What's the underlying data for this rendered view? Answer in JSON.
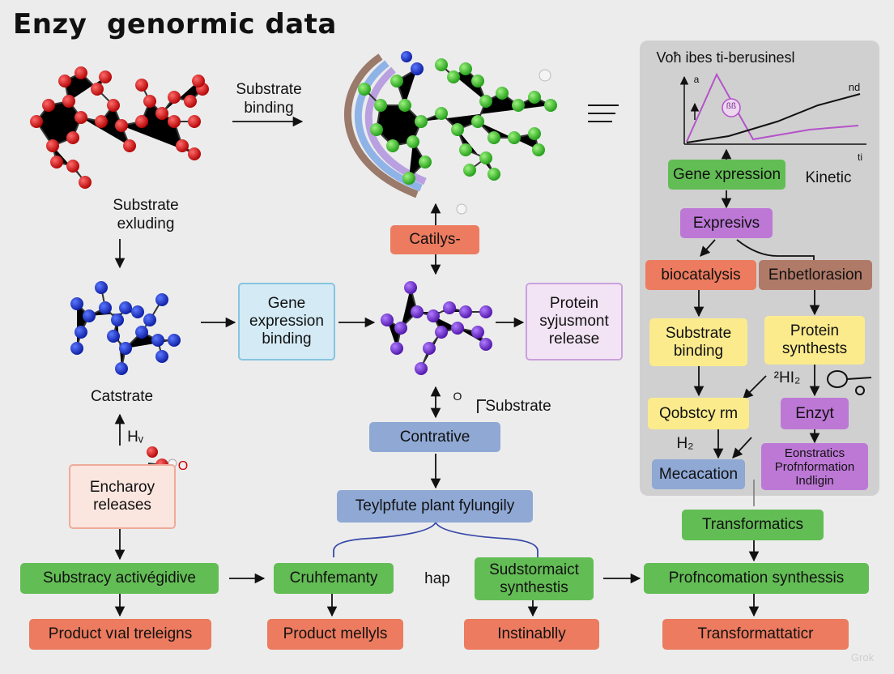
{
  "title": "Enzy  genormic data",
  "labels": {
    "substrate_binding": "Substrate\nbinding",
    "substrate_exluding": "Substrate\nexluding",
    "catstrate": "Catstrate",
    "h_v": "Hᵥ",
    "n_mark": "N",
    "o_mark": "O",
    "substrate_small": "Substrate",
    "o_small": "O",
    "hap": "hap",
    "kinetic": "Kinetic",
    "h2_top": "²HI₂",
    "h2_left": "H₂",
    "chart_title": "Voħ ibes ti-berusinesl",
    "chart_y": "a",
    "chart_nd": "nd",
    "chart_t": "ti",
    "chart_badge": "ßß",
    "watermark": "Grok"
  },
  "boxes": {
    "catalys": "Catilys-",
    "gene_expression_binding": "Gene\nexpression\nbinding",
    "protein_release": "Protein\nsyjusmont\nrelease",
    "contrative": "Contrative",
    "teylpfute": "Teylpfute plant fylungily",
    "encharoy": "Encharoy\nreleases",
    "substracy": "Substracy activégidive",
    "cruhfemanty": "Cruhfemanty",
    "sudstormaict": "Sudstormaict\nsynthestis",
    "profncomation": "Profncomation synthessis",
    "product_val": "Product vıal treleigns",
    "product_mellyls": "Product mellyls",
    "instinablly": "Instinablly",
    "transformattaticr": "Transformattaticr",
    "gene_xpression": "Gene xpression",
    "expresivs": "Expresivs",
    "biocatalysis": "biocatalysis",
    "enbetlorasion": "Enbetlorasion",
    "substrate_binding_box": "Substrate\nbinding",
    "protein_synthests": "Protein\nsynthests",
    "qobstcy": "Qobstcy rm",
    "enzyt": "Enzyt",
    "mecacation": "Mecacation",
    "eonstratics": "Eonstratics\nProfnformation\nIndligin",
    "transformatics": "Transformatics"
  },
  "colors": {
    "green": "#63bd55",
    "orange": "#ec7b5f",
    "purple": "#bd78d6",
    "brown": "#b07a68",
    "yellow": "#fbeb8d",
    "steel": "#8fa8d4",
    "red_molecule": "#dc1a1a",
    "green_molecule": "#3ec42e",
    "blue_molecule": "#1b2fd0",
    "violet_molecule": "#7b2fd6"
  }
}
